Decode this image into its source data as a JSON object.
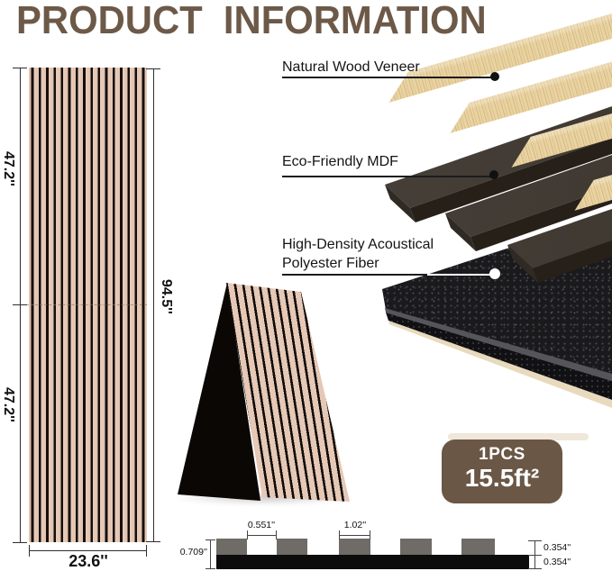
{
  "title": "PRODUCT  INFORMATION",
  "front_view": {
    "upper_height": "47.2''",
    "lower_height": "47.2''",
    "total_height": "94.5''",
    "width": "23.6''"
  },
  "callouts": {
    "veneer": "Natural Wood Veneer",
    "mdf": "Eco-Friendly MDF",
    "fiber_line1": "High-Density Acoustical",
    "fiber_line2": "Polyester Fiber"
  },
  "badge": {
    "count": "1PCS",
    "area": "15.5ft²"
  },
  "cross_section": {
    "groove_width": "0.551''",
    "slat_width": "1.02''",
    "total_thickness": "0.709''",
    "slat_height": "0.354''",
    "backing_height": "0.354''"
  },
  "colors": {
    "brand_brown": "#6d5948",
    "panel_wood": "#e3c5b2",
    "slat_black": "#150f0b",
    "veneer_wood": "#e9d3a2",
    "mdf_brown": "#48413a",
    "fiber_black": "#1a1a1d"
  }
}
